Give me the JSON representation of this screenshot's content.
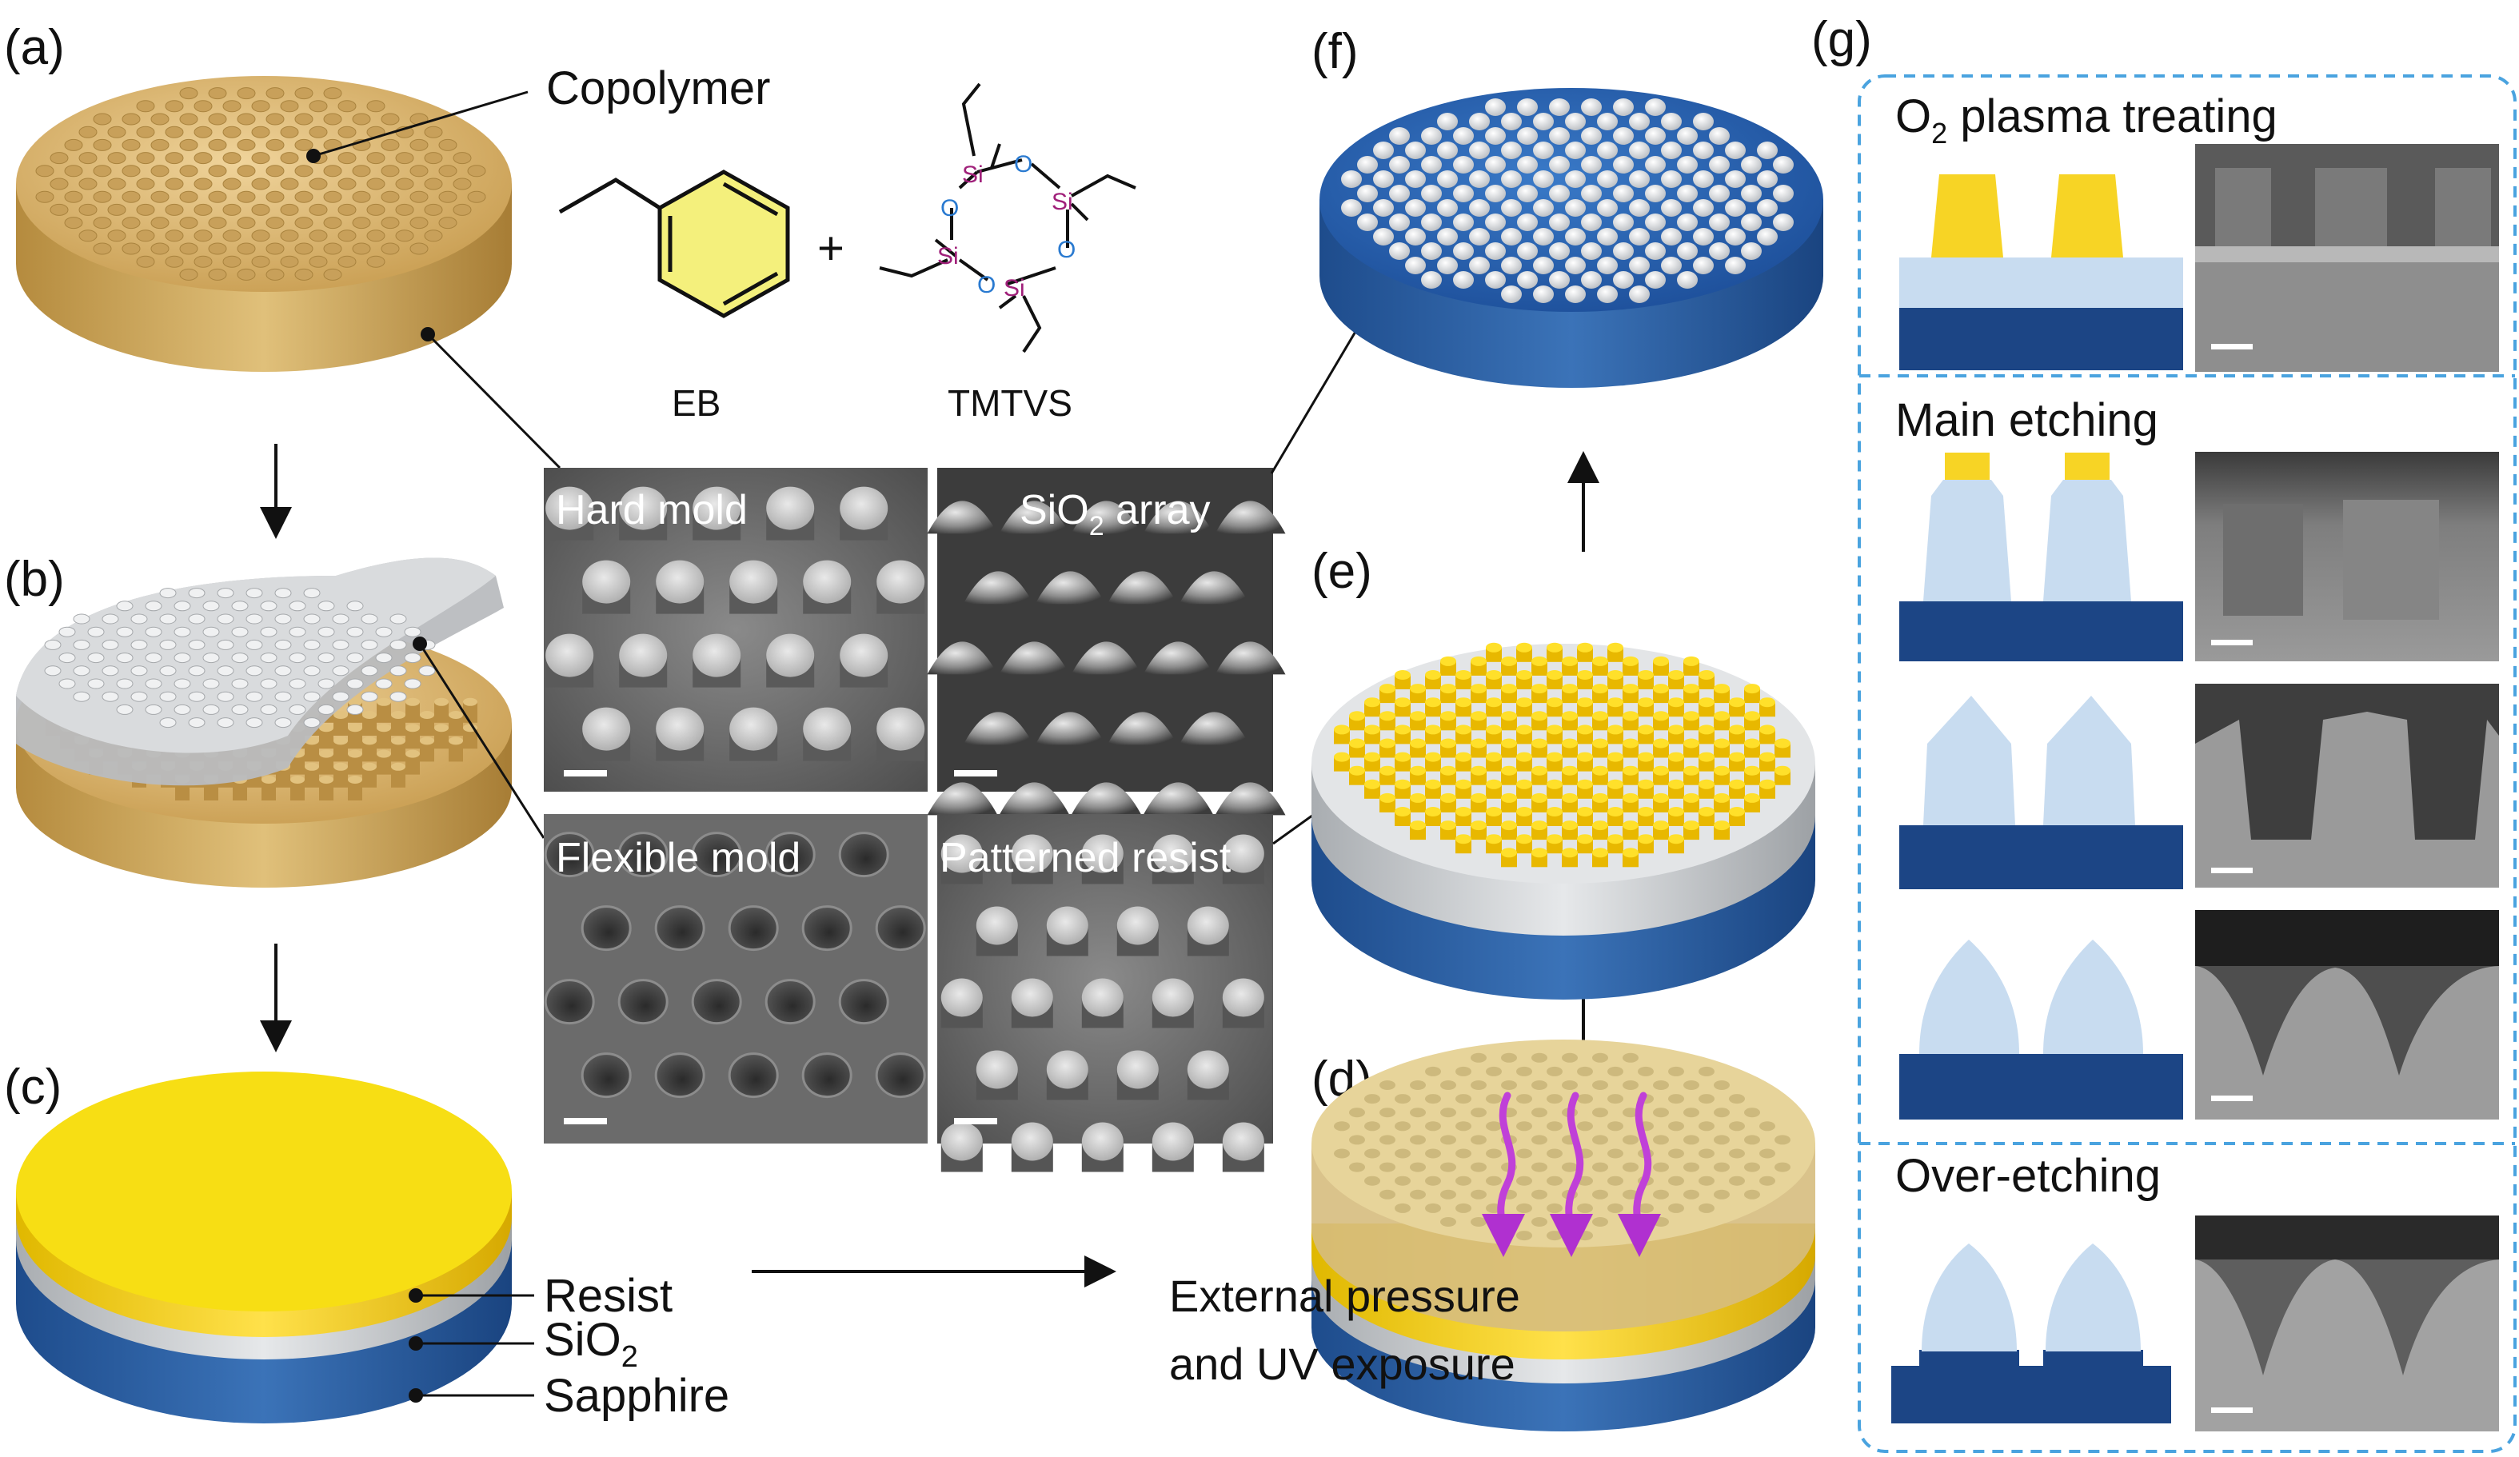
{
  "panels": {
    "a": "(a)",
    "b": "(b)",
    "c": "(c)",
    "d": "(d)",
    "e": "(e)",
    "f": "(f)",
    "g": "(g)"
  },
  "callouts": {
    "copolymer": "Copolymer",
    "resist": "Resist",
    "sio2_base": "SiO",
    "sio2_sub": "2",
    "sapphire": "Sapphire"
  },
  "molecules": {
    "plus": "+",
    "eb": "EB",
    "tmtvs": "TMTVS",
    "si": "Si",
    "o": "O"
  },
  "sem_images": {
    "hard_mold": "Hard mold",
    "sio2_array_base": "SiO",
    "sio2_array_sub": "2",
    "sio2_array_rest": " array",
    "flexible_mold": "Flexible mold",
    "patterned_resist": "Patterned resist"
  },
  "process": {
    "line1": "External pressure",
    "line2": "and UV exposure"
  },
  "panel_g": {
    "o2_base": "O",
    "o2_sub": "2",
    "o2_rest": " plasma treating",
    "main_etching": "Main etching",
    "over_etching": "Over-etching"
  },
  "colors": {
    "copolymer": "#d9b56a",
    "resist": "#f5d80f",
    "sio2": "#d4d8dc",
    "sapphire": "#2b5fa0",
    "sapphire_dark": "#1c4585",
    "schematic_sio2": "#c8dcf0",
    "schematic_resist": "#f7d425",
    "dash_border": "#4aa3df",
    "uv_arrow": "#c040d8",
    "sem_gray": "#6a6a6a"
  }
}
